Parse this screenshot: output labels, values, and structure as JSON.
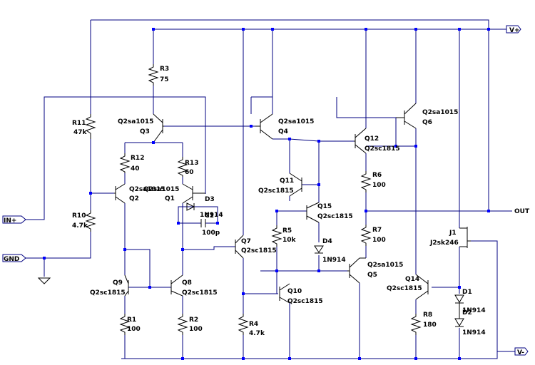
{
  "ports": {
    "vplus": "V+",
    "vminus": "V-",
    "out": "OUT",
    "in_plus": "IN+",
    "gnd": "GND"
  },
  "transistors": {
    "q1": {
      "name": "Q1",
      "model": "Q2sa1015"
    },
    "q2": {
      "name": "Q2",
      "model": "Q2sa1015"
    },
    "q3": {
      "name": "Q3",
      "model": "Q2sa1015"
    },
    "q4": {
      "name": "Q4",
      "model": "Q2sa1015"
    },
    "q5": {
      "name": "Q5",
      "model": "Q2sa1015"
    },
    "q6": {
      "name": "Q6",
      "model": "Q2sa1015"
    },
    "q7": {
      "name": "Q7",
      "model": "Q2sc1815"
    },
    "q8": {
      "name": "Q8",
      "model": "Q2sc1815"
    },
    "q9": {
      "name": "Q9",
      "model": "Q2sc1815"
    },
    "q10": {
      "name": "Q10",
      "model": "Q2sc1815"
    },
    "q11": {
      "name": "Q11",
      "model": "Q2sc1815"
    },
    "q12": {
      "name": "Q12",
      "model": "Q2sc1815"
    },
    "q14": {
      "name": "Q14",
      "model": "Q2sc1815"
    },
    "q15": {
      "name": "Q15",
      "model": "Q2sc1815"
    },
    "j1": {
      "name": "J1",
      "model": "J2sk246"
    }
  },
  "resistors": {
    "r1": {
      "name": "R1",
      "value": "100"
    },
    "r2": {
      "name": "R2",
      "value": "100"
    },
    "r3": {
      "name": "R3",
      "value": "75"
    },
    "r4": {
      "name": "R4",
      "value": "4.7k"
    },
    "r5": {
      "name": "R5",
      "value": "10k"
    },
    "r6": {
      "name": "R6",
      "value": "100"
    },
    "r7": {
      "name": "R7",
      "value": "100"
    },
    "r8": {
      "name": "R8",
      "value": "180"
    },
    "r10": {
      "name": "R10",
      "value": "4.7k"
    },
    "r11": {
      "name": "R11",
      "value": "47k"
    },
    "r12": {
      "name": "R12",
      "value": "40"
    },
    "r13": {
      "name": "R13",
      "value": "60"
    }
  },
  "diodes": {
    "d1": {
      "name": "D1",
      "model": "1N914"
    },
    "d2": {
      "name": "D2",
      "model": "1N914"
    },
    "d3": {
      "name": "D3",
      "model": "1N914"
    },
    "d4": {
      "name": "D4",
      "model": "1N914"
    }
  },
  "capacitors": {
    "c1": {
      "name": "C1",
      "value": "100p"
    }
  }
}
